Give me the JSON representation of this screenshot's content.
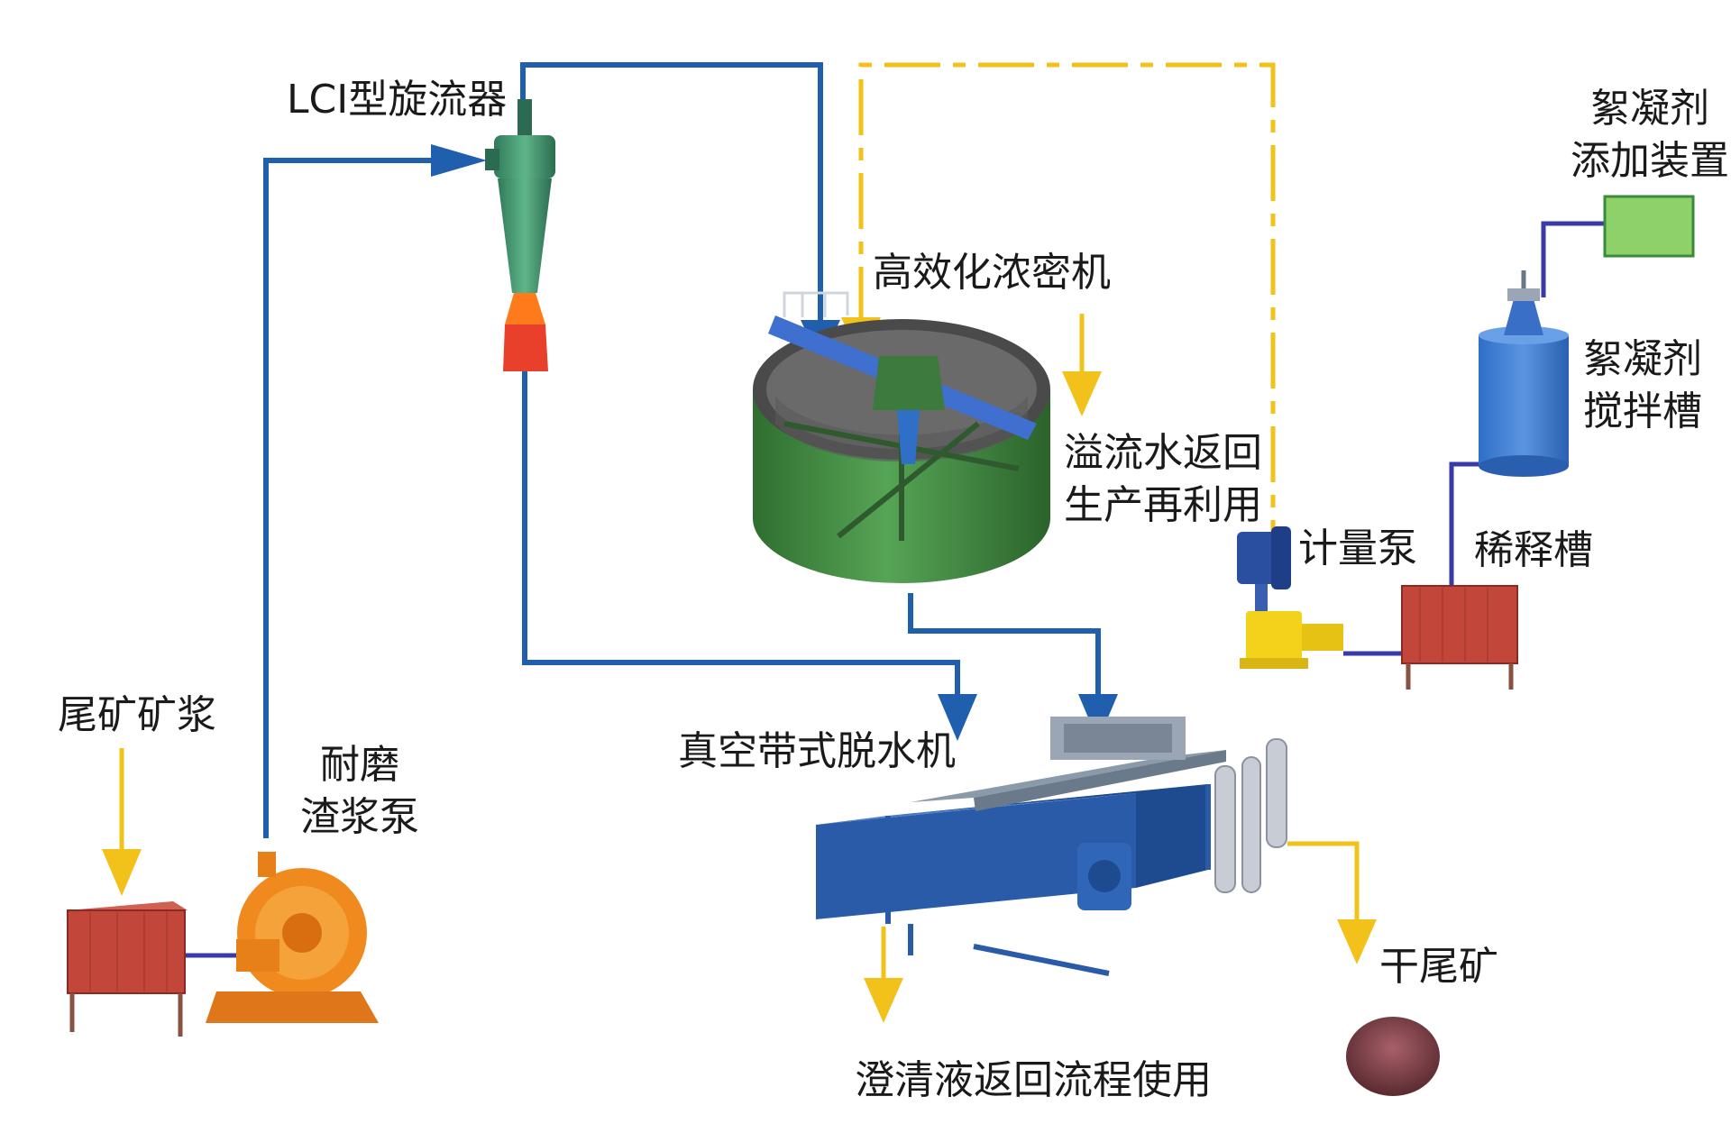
{
  "labels": {
    "cyclone": "LCI型旋流器",
    "thickener": "高效化浓密机",
    "overflow": [
      "溢流水返回",
      "生产再利用"
    ],
    "meter_pump": "计量泵",
    "flocculant_device": [
      "絮凝剂",
      "添加装置"
    ],
    "flocculant_tank": [
      "絮凝剂",
      "搅拌槽"
    ],
    "dilution_tank": "稀释槽",
    "tailings_slurry": "尾矿矿浆",
    "slurry_pump": [
      "耐磨",
      "渣浆泵"
    ],
    "belt_filter": "真空带式脱水机",
    "filtrate": "澄清液返回流程使用",
    "dry_tailings": "干尾矿"
  },
  "colors": {
    "slurry_line": "#1f5fae",
    "water_line": "#f2c21a",
    "flocculant_line": "#3a3aa8",
    "tank_red": "#c2473a",
    "thickener_green": "#3f8a3f",
    "machine_blue": "#2a5ba8",
    "pump_orange": "#f08a1e"
  }
}
